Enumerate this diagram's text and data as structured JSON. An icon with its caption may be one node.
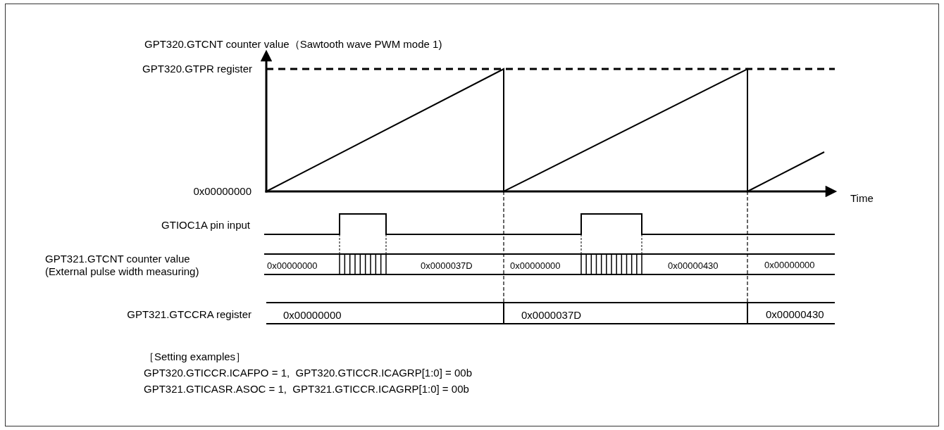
{
  "diagram": {
    "labels": [
      "GPT320.GTCNT counter value（Sawtooth wave PWM mode 1)",
      "GPT320.GTPR register",
      "0x00000000",
      "Time",
      "GTIOC1A pin input",
      "GPT321.GTCNT counter value (External pulse width measuring)",
      "0x00000000",
      "0x0000037D",
      "0x00000000",
      "0x00000430",
      "0x00000000",
      "GPT321.GTCCRA register",
      "0x00000000",
      "0x0000037D",
      "0x00000430",
      "［Setting examples］",
      "GPT320.GTICCR.ICAFPO = 1,  GPT320.GTICCR.ICAGRP[1:0] = 00b",
      "GPT321.GTICASR.ASOC = 1,  GPT321.GTICCR.ICAGRP[1:0] = 00b"
    ]
  }
}
